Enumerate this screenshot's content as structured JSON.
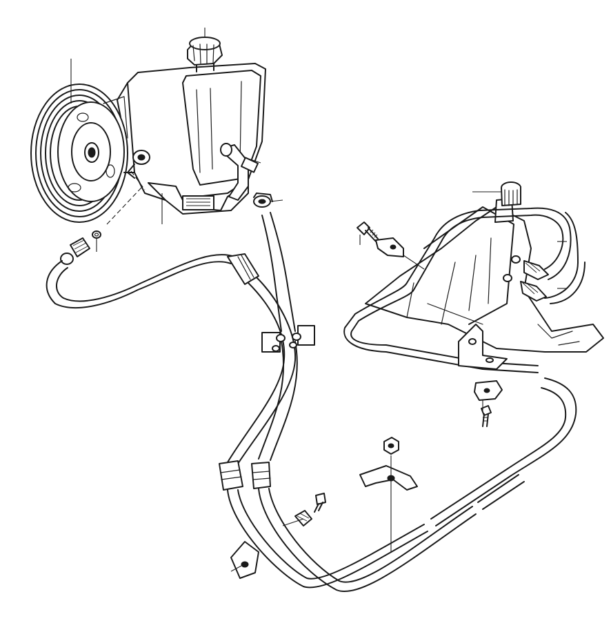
{
  "diagram": {
    "parts": [
      {
        "id": "pulley",
        "icon": "pulley-icon"
      },
      {
        "id": "reservoir",
        "icon": "reservoir-icon"
      },
      {
        "id": "filler-cap",
        "icon": "cap-icon"
      },
      {
        "id": "pump-bracket",
        "icon": "bracket-icon"
      },
      {
        "id": "hose-clamp",
        "icon": "clamp-icon"
      },
      {
        "id": "pressure-line",
        "icon": "pipe-icon"
      },
      {
        "id": "return-hose",
        "icon": "hose-icon"
      },
      {
        "id": "steering-gear",
        "icon": "steering-gear-icon"
      },
      {
        "id": "mounting-bracket",
        "icon": "bracket-icon"
      },
      {
        "id": "clips",
        "icon": "clip-icon"
      },
      {
        "id": "bolts",
        "icon": "bolt-icon"
      },
      {
        "id": "nut",
        "icon": "nut-icon"
      },
      {
        "id": "sealing-washers",
        "icon": "washer-icon"
      }
    ]
  }
}
